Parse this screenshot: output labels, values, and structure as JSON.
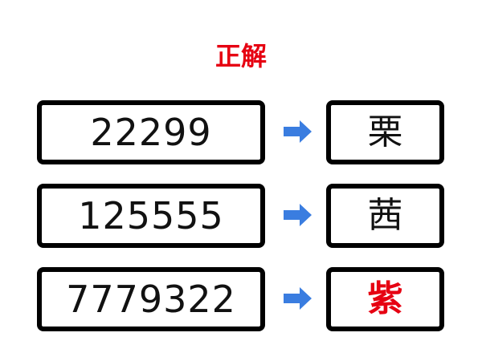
{
  "title": {
    "text": "正解",
    "color": "#e60012"
  },
  "rows": [
    {
      "number": "22299",
      "answer": "栗",
      "highlight": false
    },
    {
      "number": "125555",
      "answer": "茜",
      "highlight": false
    },
    {
      "number": "7779322",
      "answer": "紫",
      "highlight": true
    }
  ],
  "icons": {
    "arrow": "arrow-right-icon"
  },
  "colors": {
    "arrow": "#3a7de0",
    "highlight": "#e60012",
    "border": "#000000",
    "text": "#111111"
  }
}
